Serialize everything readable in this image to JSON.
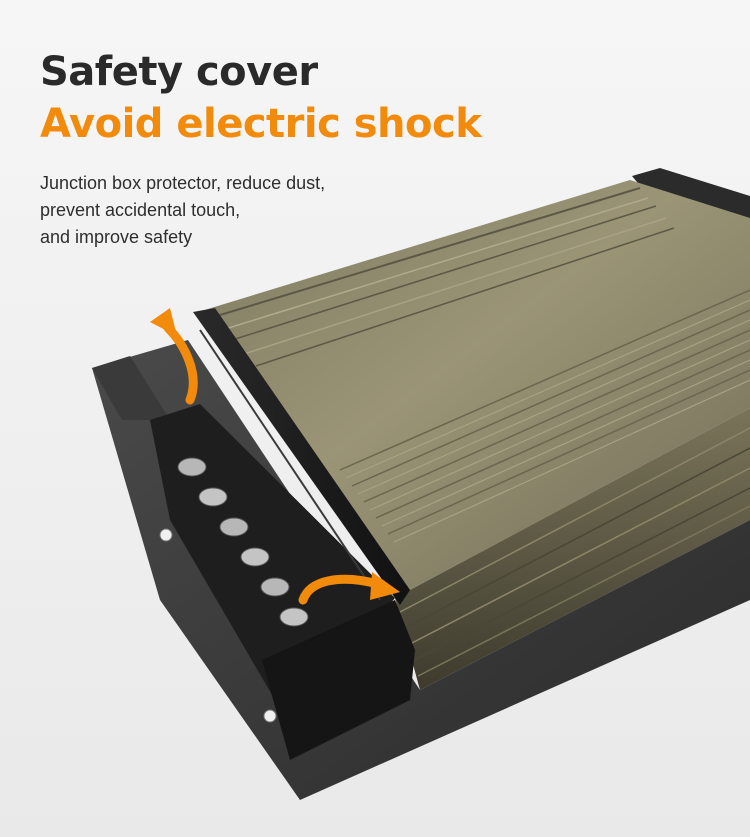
{
  "headline": {
    "title": "Safety cover",
    "subtitle": "Avoid electric shock"
  },
  "description": {
    "lines": [
      "Junction box protector, reduce dust,",
      "prevent accidental touch,",
      "and improve safety"
    ]
  },
  "colors": {
    "accent": "#f28a0c",
    "title": "#2a2a2a",
    "casing": "#8a8465",
    "cover": "#1a1a1a"
  },
  "icons": {
    "arrow_up": "curved-arrow-up-icon",
    "arrow_right": "curved-arrow-right-icon"
  }
}
